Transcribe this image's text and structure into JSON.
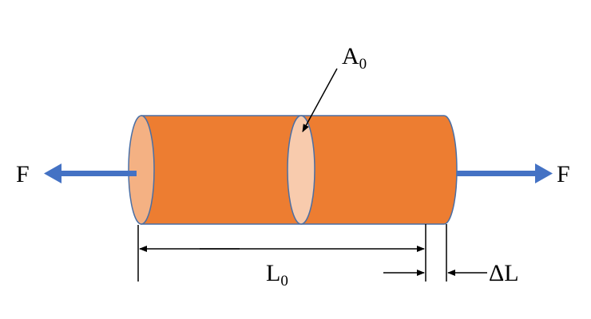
{
  "labels": {
    "force_left": "F",
    "force_right": "F",
    "area": "A",
    "area_sub": "0",
    "length": "L",
    "length_sub": "0",
    "elongation": "ΔL"
  },
  "colors": {
    "body": "#ED7D31",
    "end_face": "#F4B183",
    "cross_section": "#F8CBAD",
    "outline": "#4A6FA5",
    "force_arrow": "#4472C4"
  }
}
